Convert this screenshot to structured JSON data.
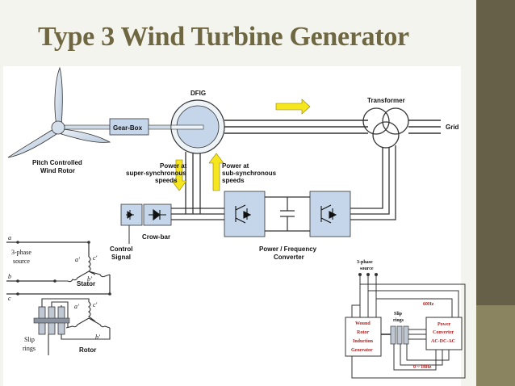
{
  "slide": {
    "title": "Type 3 Wind Turbine Generator"
  },
  "diagram": {
    "pitch_label_1": "Pitch Controlled",
    "pitch_label_2": "Wind Rotor",
    "gearbox": "Gear-Box",
    "dfig": "DFIG",
    "transformer": "Transformer",
    "grid": "Grid",
    "super_1": "Power at",
    "super_2": "super-synchronous",
    "super_3": "speeds",
    "sub_1": "Power at",
    "sub_2": "sub-synchronous",
    "sub_3": "speeds",
    "crowbar": "Crow-bar",
    "control_1": "Control",
    "control_2": "Signal",
    "converter_1": "Power / Frequency",
    "converter_2": "Converter"
  },
  "inset_left": {
    "a": "a",
    "b": "b",
    "c": "c",
    "src_1": "3-phase",
    "src_2": "source",
    "a_prime": "a'",
    "c_prime": "c'",
    "b_prime": "b'",
    "stator": "Stator",
    "rotor": "Rotor",
    "slip_1": "Slip",
    "slip_2": "rings"
  },
  "inset_right": {
    "src_1": "3-phase",
    "src_2": "source",
    "freq_60": "60Hz",
    "slip_1": "Slip",
    "slip_2": "rings",
    "wound_1": "Wound",
    "wound_2": "Rotor",
    "wound_3": "Induction",
    "wound_4": "Generator",
    "pc_1": "Power",
    "pc_2": "Converter",
    "pc_3": "AC-DC-AC",
    "freq_low": "0 ~ 18Hz"
  },
  "colors": {
    "title": "#6f6741",
    "sidebar": "#656047",
    "arrow_fill": "#f6e61e",
    "box_fill": "#c5d6ea",
    "inset_red": "#b02020"
  }
}
